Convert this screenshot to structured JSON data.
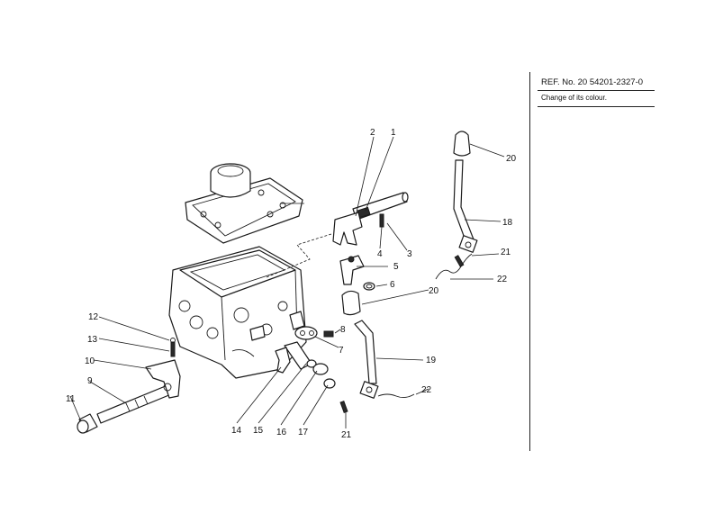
{
  "reference": {
    "ref_text": "REF. No. 20 54201-2327-0",
    "note": "Change of its colour."
  },
  "callouts": [
    "1",
    "2",
    "3",
    "4",
    "5",
    "6",
    "7",
    "8",
    "9",
    "10",
    "11",
    "12",
    "13",
    "14",
    "15",
    "16",
    "17",
    "18",
    "19",
    "20",
    "20",
    "21",
    "21",
    "22",
    "22"
  ],
  "labels": {
    "c1": "1",
    "c2": "2",
    "c3": "3",
    "c4": "4",
    "c5": "5",
    "c6": "6",
    "c7": "7",
    "c8": "8",
    "c9": "9",
    "c10": "10",
    "c11": "11",
    "c12": "12",
    "c13": "13",
    "c14": "14",
    "c15": "15",
    "c16": "16",
    "c17": "17",
    "c18": "18",
    "c19": "19",
    "c20a": "20",
    "c20b": "20",
    "c21a": "21",
    "c21b": "21",
    "c22a": "22",
    "c22b": "22"
  }
}
